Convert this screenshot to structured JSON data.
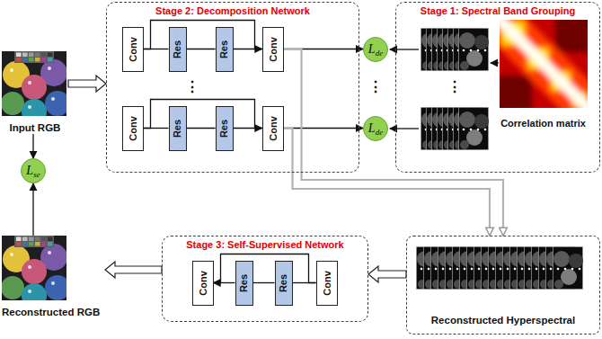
{
  "diagram": {
    "nodes": [
      {
        "text": [
          "Input RGB"
        ]
      },
      {
        "text": [
          "Stage 2: Decomposition Network"
        ]
      },
      {
        "text": [
          "Conv"
        ],
        "in": 1
      },
      {
        "text": [
          "Res"
        ],
        "in": 1
      },
      {
        "text": [
          "Res"
        ],
        "in": 1
      },
      {
        "text": [
          "Conv"
        ],
        "in": 1
      },
      {
        "text": [
          "Conv"
        ],
        "in": 1
      },
      {
        "text": [
          "Res"
        ],
        "in": 1
      },
      {
        "text": [
          "Res"
        ],
        "in": 1
      },
      {
        "text": [
          "Conv"
        ],
        "in": 1
      },
      {
        "text": [
          "Lde"
        ]
      },
      {
        "text": [
          "Lde"
        ]
      },
      {
        "text": [
          "Stage 1: Spectral Band Grouping"
        ]
      },
      {
        "text": [
          "Correlation matrix"
        ],
        "in": 12
      },
      {
        "text": [
          "Lse"
        ]
      },
      {
        "text": [
          "Reconstructed RGB"
        ]
      },
      {
        "text": [
          "Stage 3: Self-Supervised Network"
        ]
      },
      {
        "text": [
          "Conv"
        ],
        "in": 16
      },
      {
        "text": [
          "Res"
        ],
        "in": 16
      },
      {
        "text": [
          "Res"
        ],
        "in": 16
      },
      {
        "text": [
          "Conv"
        ],
        "in": 16
      },
      {
        "text": [
          "Reconstructed Hyperspectral"
        ]
      }
    ],
    "edges": [
      {
        "from": 0,
        "to": 1,
        "arrow": "to"
      },
      {
        "from": 2,
        "to": 3,
        "arrow": "none"
      },
      {
        "from": 3,
        "to": 4,
        "arrow": "none"
      },
      {
        "from": 4,
        "to": 5,
        "arrow": "none"
      },
      {
        "from": 2,
        "to": 5,
        "arrow": "to"
      },
      {
        "from": 6,
        "to": 7,
        "arrow": "none"
      },
      {
        "from": 7,
        "to": 8,
        "arrow": "none"
      },
      {
        "from": 8,
        "to": 9,
        "arrow": "none"
      },
      {
        "from": 6,
        "to": 9,
        "arrow": "to"
      },
      {
        "from": 5,
        "to": 10,
        "arrow": "to"
      },
      {
        "from": 9,
        "to": 11,
        "arrow": "to"
      },
      {
        "from": 5,
        "to": 21,
        "arrow": "to"
      },
      {
        "from": 9,
        "to": 21,
        "arrow": "to"
      },
      {
        "from": 21,
        "to": 16,
        "arrow": "to"
      },
      {
        "from": 20,
        "to": 19,
        "arrow": "none"
      },
      {
        "from": 19,
        "to": 18,
        "arrow": "none"
      },
      {
        "from": 18,
        "to": 17,
        "arrow": "none"
      },
      {
        "from": 20,
        "to": 17,
        "arrow": "to"
      },
      {
        "from": 16,
        "to": 15,
        "arrow": "to"
      },
      {
        "from": 0,
        "to": 14,
        "arrow": "to"
      },
      {
        "from": 15,
        "to": 14,
        "arrow": "to"
      }
    ],
    "labels": [
      "⋮",
      "⋮",
      "⋮"
    ]
  }
}
